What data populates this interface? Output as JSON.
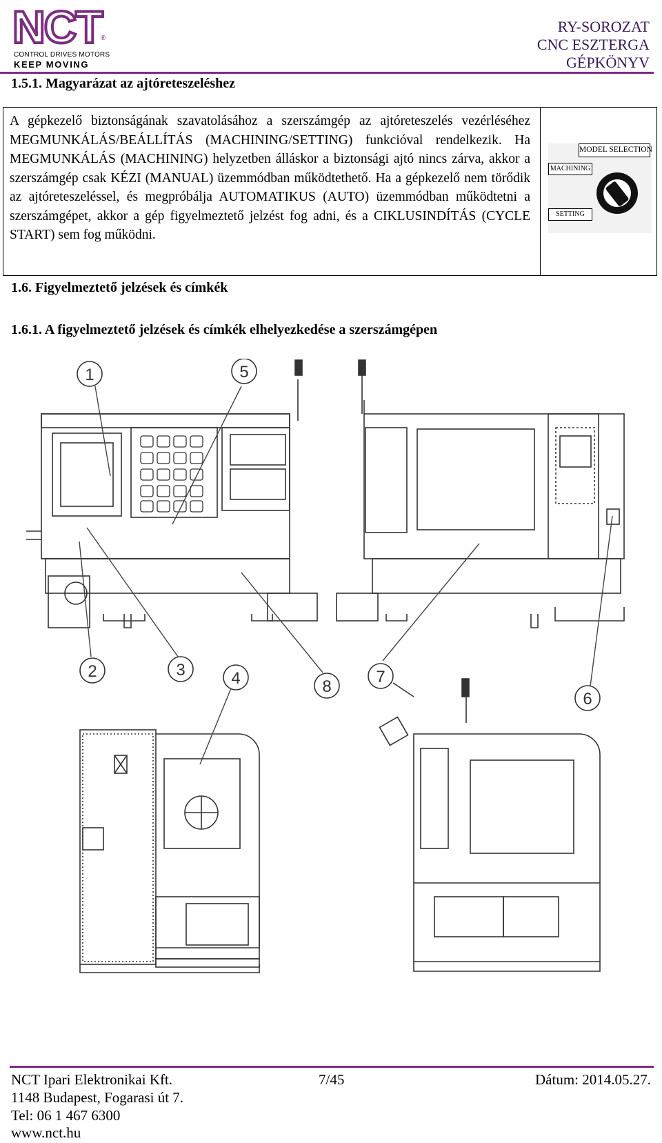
{
  "logo": {
    "mark": "NCT",
    "reg": "®",
    "line1": "CONTROL DRIVES MOTORS",
    "line2": "KEEP MOVING"
  },
  "header": {
    "line1": "RY-SOROZAT",
    "line2": "CNC ESZTERGA",
    "line3": "GÉPKÖNYV"
  },
  "sections": {
    "s151": "1.5.1. Magyarázat az ajtóreteszeléshez",
    "s16": "1.6. Figyelmeztető jelzések és címkék",
    "s161": "1.6.1. A figyelmeztető jelzések és címkék elhelyezkedése a szerszámgépen"
  },
  "box": {
    "text": "A gépkezelő biztonságának szavatolásához a szerszámgép az ajtóreteszelés vezérléséhez MEGMUNKÁLÁS/BEÁLLÍTÁS (MACHINING/SETTING) funkcióval rendelkezik. Ha MEGMUNKÁLÁS (MACHINING) helyzetben álláskor a biztonsági ajtó nincs zárva, akkor a szerszámgép csak KÉZI (MANUAL) üzemmódban működtethető. Ha a gépkezelő nem törődik az ajtóreteszeléssel, és megpróbálja AUTOMATIKUS (AUTO) üzemmódban működtetni a szerszámgépet, akkor a gép figyelmeztető jelzést fog adni, és a CIKLUSINDÍTÁS (CYCLE START) sem fog működni.",
    "panel": {
      "title": "MODEL SELECTION",
      "machining": "MACHINING",
      "setting": "SETTING"
    }
  },
  "callouts": [
    "1",
    "5",
    "2",
    "3",
    "4",
    "8",
    "7",
    "6"
  ],
  "footer": {
    "company": "NCT Ipari Elektronikai Kft.",
    "page": "7/45",
    "date": "Dátum: 2014.05.27.",
    "address": "1148 Budapest, Fogarasi út 7.",
    "tel": "Tel: 06 1 467 6300",
    "web": "www.nct.hu"
  },
  "colors": {
    "brand": "#7b2d7e",
    "header_text": "#3b1b5a"
  }
}
